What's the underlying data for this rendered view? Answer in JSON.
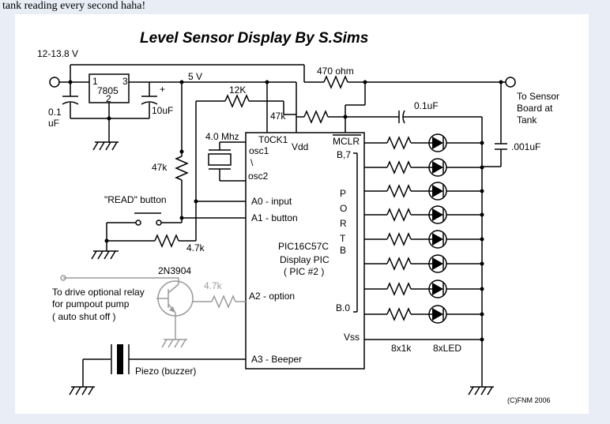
{
  "top_note": "tank reading every second haha!",
  "title": "Level Sensor Display By S.Sims",
  "labels": {
    "supply": "12-13.8 V",
    "v5": "5 V",
    "reg_pin1": "1",
    "reg_pin2": "2",
    "reg_pin3": "3",
    "reg": "7805",
    "cap_in_a": "0.1",
    "cap_in_b": "uF",
    "cap_out": "10uF",
    "plus": "+",
    "r470": "470 ohm",
    "r12k": "12K",
    "r47k_a": "47k",
    "r47k_b": "47k",
    "cap01": "0.1uF",
    "cap001": ".001uF",
    "sensor1": "To Sensor",
    "sensor2": "Board at",
    "sensor3": "Tank",
    "xtal": "4.0 Mhz",
    "t0ck1": "T0CK1",
    "vdd": "Vdd",
    "mclr": "MCLR",
    "osc1": "osc1",
    "osc_bs": "\\",
    "osc2": "osc2",
    "b7": "B,7",
    "a0": "A0 - input",
    "a1": "A1 - button",
    "read_btn": "\"READ\" button",
    "r47_btn": "4.7k",
    "portb": [
      "P",
      "O",
      "R",
      "T",
      "B"
    ],
    "pic1": "PIC16C57C",
    "pic2": "Display PIC",
    "pic3": "( PIC #2 )",
    "transistor": "2N3904",
    "r47_opt": "4.7k",
    "a2": "A2 - option",
    "relay1": "To drive optional relay",
    "relay2": "for pumpout pump",
    "relay3": "( auto shut off )",
    "b0": "B.0",
    "vss": "Vss",
    "res_count": "8x1k",
    "led_count": "8xLED",
    "a3": "A3 - Beeper",
    "piezo": "Piezo (buzzer)",
    "copyright": "(C)FNM 2006"
  }
}
